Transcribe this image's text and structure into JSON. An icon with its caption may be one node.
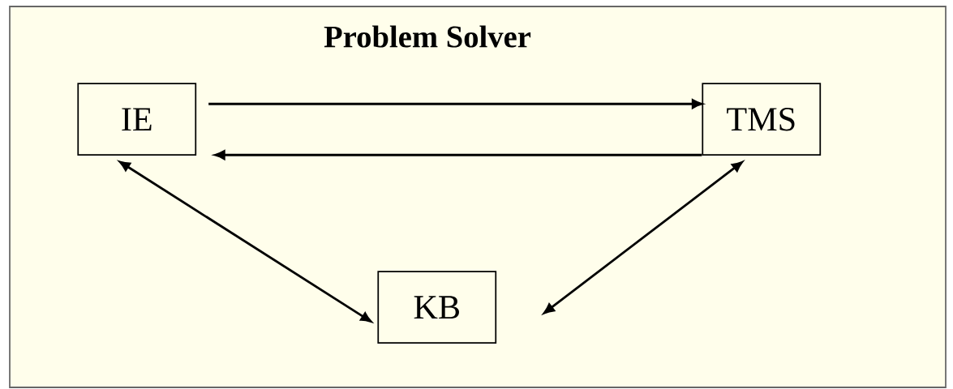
{
  "diagram": {
    "nodes": [
      {
        "text": [
          "Problem Solver"
        ]
      },
      {
        "text": [
          "IE"
        ],
        "in": 0
      },
      {
        "text": [
          "TMS"
        ],
        "in": 0
      },
      {
        "text": [
          "KB"
        ],
        "in": 0
      }
    ],
    "edges": [
      {
        "from": 1,
        "to": 2,
        "arrow": "to"
      },
      {
        "from": 2,
        "to": 1,
        "arrow": "to"
      },
      {
        "from": 1,
        "to": 3,
        "arrow": "both"
      },
      {
        "from": 2,
        "to": 3,
        "arrow": "both"
      }
    ]
  }
}
